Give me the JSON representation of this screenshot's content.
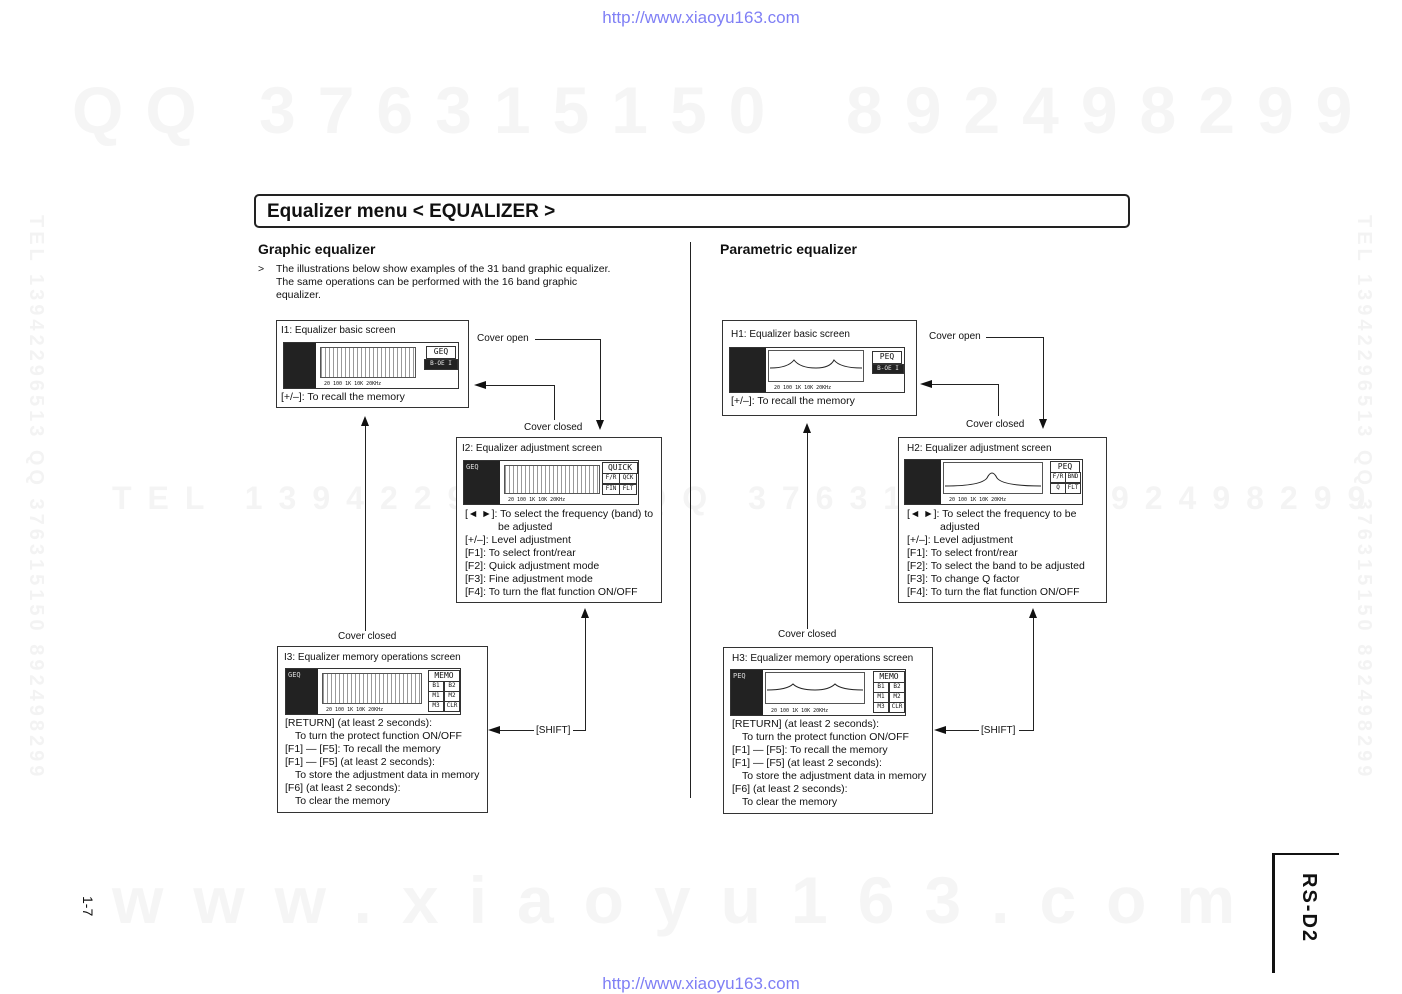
{
  "watermark": {
    "url_top": "http://www.xiaoyu163.com",
    "url_bottom": "http://www.xiaoyu163.com",
    "big_left": "QQ 376315150",
    "big_right": "892498299",
    "mid": "TEL 13942296513 QQ 376315150 892498299",
    "bottom_big": "www.xiaoyu163.com",
    "vert_left": "TEL 13942296513 QQ 376315150 892498299",
    "vert_right": "TEL 13942296513 QQ 376315150 892498299"
  },
  "page": {
    "title": "Equalizer menu < EQUALIZER >",
    "side_model": "RS-D2",
    "page_number": "1-7"
  },
  "graphic": {
    "heading": "Graphic equalizer",
    "bullet": ">",
    "intro": [
      "The illustrations below show examples of the 31 band graphic equalizer.",
      "The same operations can be performed with the 16 band graphic",
      "equalizer."
    ],
    "i1": {
      "title": "I1: Equalizer basic screen",
      "desc": "[+/–]: To recall the memory",
      "lcd_label": "GEQ",
      "lcd_sub": "B-OE I",
      "ticks": "20  100   1K  10K 20KHz"
    },
    "i2": {
      "title": "I2: Equalizer adjustment screen",
      "lcd_label": "GEQ",
      "lcd_quick": "QUICK",
      "btns": [
        "F/R",
        "QCK",
        "FIN",
        "FLT"
      ],
      "ticks": "20  100   1K  10K 20KHz",
      "desc": [
        "[◄ ►]: To select the frequency (band) to",
        "be adjusted",
        "[+/–]: Level adjustment",
        "[F1]: To select front/rear",
        "[F2]: Quick adjustment mode",
        "[F3]: Fine adjustment mode",
        "[F4]: To turn the flat function ON/OFF"
      ]
    },
    "i3": {
      "title": "I3: Equalizer memory operations screen",
      "lcd_label": "GEQ",
      "lcd_memo": "MEMO",
      "btns": [
        "B1",
        "B2",
        "M1",
        "M2",
        "M3",
        "CLR"
      ],
      "ticks": "20  100   1K  10K 20KHz",
      "desc": [
        "[RETURN] (at least 2 seconds):",
        "To turn the protect function ON/OFF",
        "[F1] — [F5]: To recall the memory",
        "[F1] — [F5] (at least 2 seconds):",
        "To store the adjustment data in memory",
        "[F6] (at least 2 seconds):",
        "To clear the memory"
      ]
    },
    "labels": {
      "cover_open": "Cover open",
      "cover_closed_a": "Cover closed",
      "cover_closed_b": "Cover closed",
      "shift": "[SHIFT]"
    }
  },
  "parametric": {
    "heading": "Parametric equalizer",
    "h1": {
      "title": "H1: Equalizer basic screen",
      "desc": "[+/–]: To recall the memory",
      "lcd_label": "PEQ",
      "lcd_sub": "B-OE I",
      "ticks": "20  100   1K  10K 20KHz"
    },
    "h2": {
      "title": "H2: Equalizer adjustment screen",
      "lcd_label": "PEQ",
      "btns": [
        "F/R",
        "BND",
        "Q",
        "FLT"
      ],
      "ticks": "20  100   1K  10K 20KHz",
      "desc": [
        "[◄ ►]: To select the frequency to be",
        "adjusted",
        "[+/–]: Level adjustment",
        "[F1]: To select front/rear",
        "[F2]: To select the band to be adjusted",
        "[F3]: To change Q factor",
        "[F4]: To turn the flat function ON/OFF"
      ]
    },
    "h3": {
      "title": "H3: Equalizer memory operations screen",
      "lcd_label": "PEQ",
      "lcd_memo": "MEMO",
      "btns": [
        "B1",
        "B2",
        "M1",
        "M2",
        "M3",
        "CLR"
      ],
      "ticks": "20  100   1K  10K 20KHz",
      "desc": [
        "[RETURN] (at least 2 seconds):",
        "To turn the protect function ON/OFF",
        "[F1] — [F5]: To recall the memory",
        "[F1] — [F5] (at least 2 seconds):",
        "To store the adjustment data in memory",
        "[F6] (at least 2 seconds):",
        "To clear the memory"
      ]
    },
    "labels": {
      "cover_open": "Cover open",
      "cover_closed_a": "Cover closed",
      "cover_closed_b": "Cover closed",
      "shift": "[SHIFT]"
    }
  }
}
